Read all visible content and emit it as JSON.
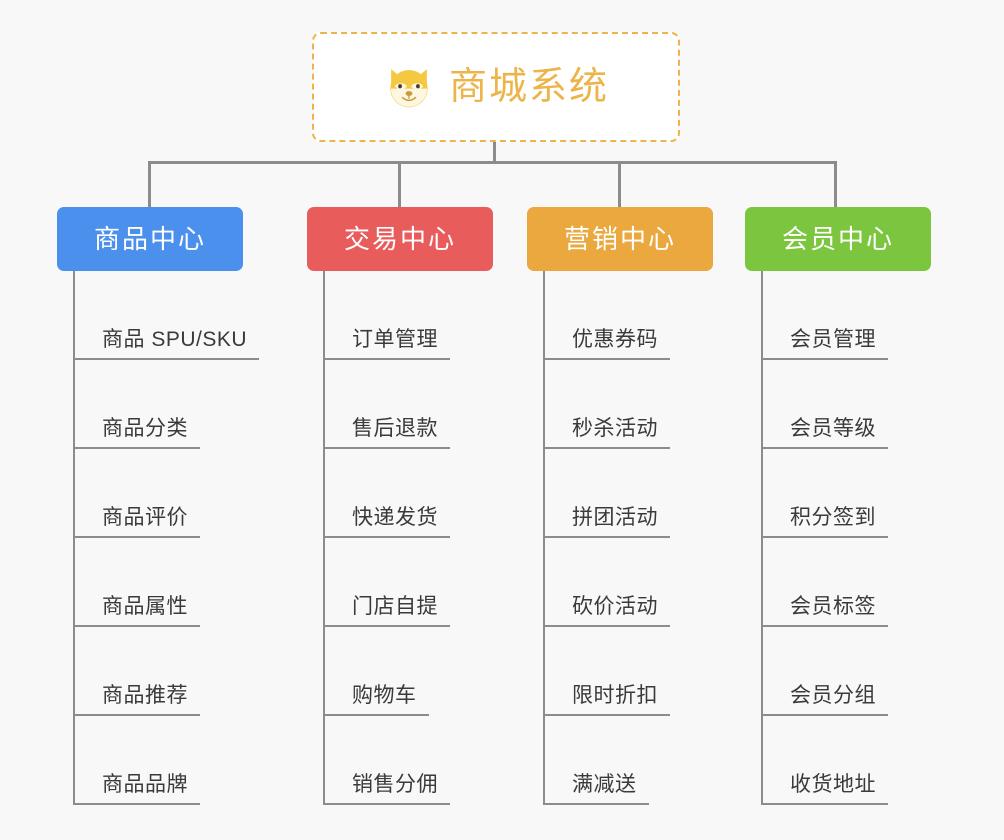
{
  "diagram": {
    "background_color": "#f8f8f8",
    "connector_color": "#8c8c8c",
    "root": {
      "title": "商城系统",
      "icon": "shiba-dog-face-icon",
      "border_color": "#edb44a",
      "text_color": "#edb44a",
      "background_color": "#ffffff"
    },
    "columns": [
      {
        "id": "product-center",
        "label": "商品中心",
        "color": "#4a90ec",
        "items": [
          "商品 SPU/SKU",
          "商品分类",
          "商品评价",
          "商品属性",
          "商品推荐",
          "商品品牌"
        ]
      },
      {
        "id": "trade-center",
        "label": "交易中心",
        "color": "#e85c5c",
        "items": [
          "订单管理",
          "售后退款",
          "快递发货",
          "门店自提",
          "购物车",
          "销售分佣"
        ]
      },
      {
        "id": "marketing-center",
        "label": "营销中心",
        "color": "#eaa83e",
        "items": [
          "优惠券码",
          "秒杀活动",
          "拼团活动",
          "砍价活动",
          "限时折扣",
          "满减送"
        ]
      },
      {
        "id": "member-center",
        "label": "会员中心",
        "color": "#7cc63f",
        "items": [
          "会员管理",
          "会员等级",
          "积分签到",
          "会员标签",
          "会员分组",
          "收货地址"
        ]
      }
    ]
  }
}
